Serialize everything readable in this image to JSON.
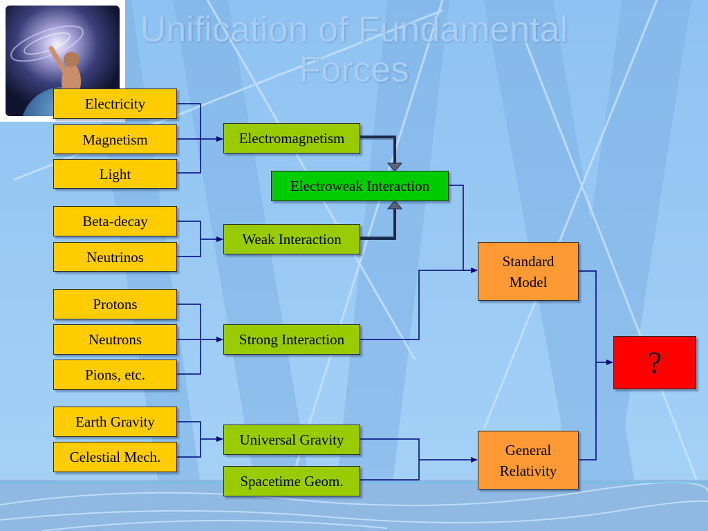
{
  "slide": {
    "title": "Unification of Fundamental Forces"
  },
  "colors": {
    "phenomenon": "#ffcc00",
    "theory": "#99cc00",
    "electroweak": "#00cc00",
    "framework": "#ff9933",
    "unknown": "#ff0000",
    "connector": "#000080"
  },
  "diagram": {
    "phenomena": {
      "electricity": "Electricity",
      "magnetism": "Magnetism",
      "light": "Light",
      "beta_decay": "Beta-decay",
      "neutrinos": "Neutrinos",
      "protons": "Protons",
      "neutrons": "Neutrons",
      "pions": "Pions, etc.",
      "earth_gravity": "Earth Gravity",
      "celestial_mech": "Celestial Mech."
    },
    "theories": {
      "electromagnetism": "Electromagnetism",
      "weak": "Weak Interaction",
      "strong": "Strong Interaction",
      "universal_gravity": "Universal Gravity",
      "spacetime_geom": "Spacetime Geom.",
      "electroweak": "Electroweak Interaction"
    },
    "frameworks": {
      "standard_model_line1": "Standard",
      "standard_model_line2": "Model",
      "general_relativity_line1": "General",
      "general_relativity_line2": "Relativity"
    },
    "unknown": "?"
  }
}
